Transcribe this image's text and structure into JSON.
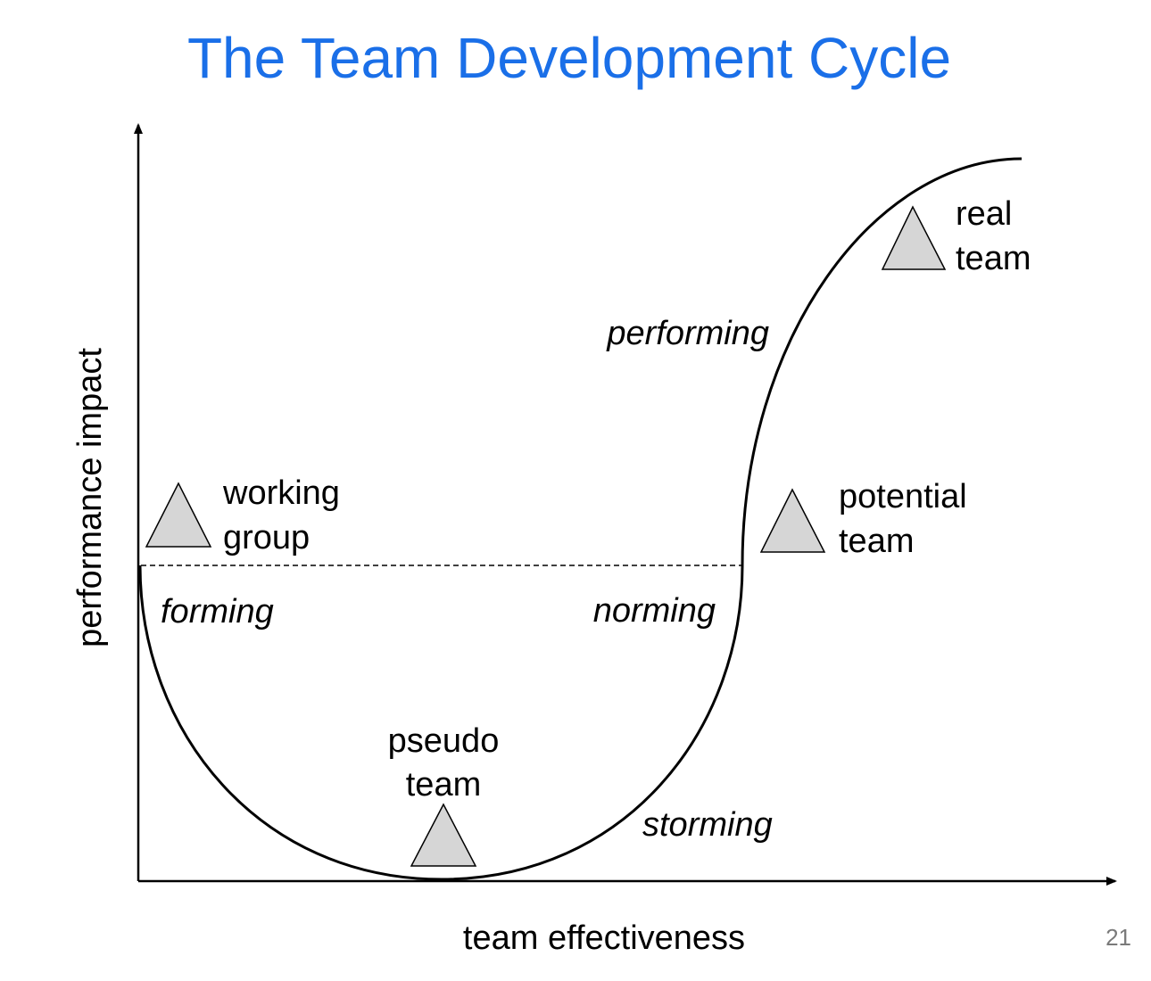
{
  "title": "The Team Development Cycle",
  "axes": {
    "x_label": "team effectiveness",
    "y_label": "performance impact"
  },
  "stages": {
    "forming": "forming",
    "storming": "storming",
    "norming": "norming",
    "performing": "performing"
  },
  "team_types": {
    "working_group": {
      "line1": "working",
      "line2": "group"
    },
    "pseudo_team": {
      "line1": "pseudo",
      "line2": "team"
    },
    "potential_team": {
      "line1": "potential",
      "line2": "team"
    },
    "real_team": {
      "line1": "real",
      "line2": "team"
    }
  },
  "page_number": "21",
  "colors": {
    "title": "#1a6fe8",
    "marker_fill": "#d6d6d6",
    "page_number": "#7a7a7a"
  }
}
